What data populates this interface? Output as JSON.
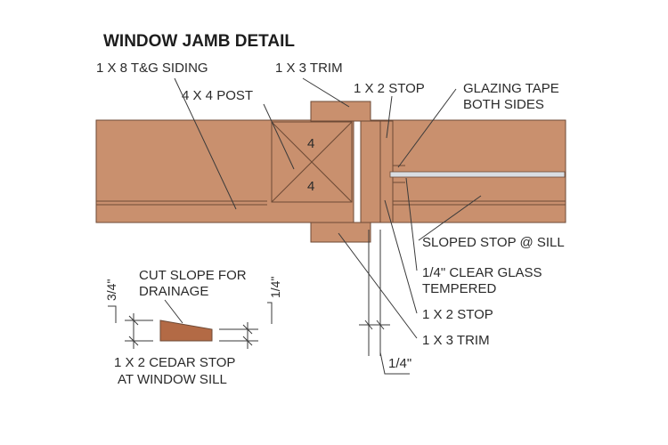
{
  "title": "WINDOW JAMB DETAIL",
  "labels": {
    "siding": "1 X 8 T&G SIDING",
    "trim_top": "1 X 3 TRIM",
    "post": "4 X 4 POST",
    "stop_top": "1 X 2 STOP",
    "glazing_tape_1": "GLAZING TAPE",
    "glazing_tape_2": "BOTH SIDES",
    "sloped_stop": "SLOPED STOP @ SILL",
    "glass_1": "1/4\" CLEAR GLASS",
    "glass_2": "TEMPERED",
    "stop_bottom": "1 X 2 STOP",
    "trim_bottom": "1 X 3 TRIM",
    "gap_dim": "1/4\"",
    "post_mark_top": "4",
    "post_mark_bottom": "4",
    "cut_slope_1": "CUT SLOPE FOR",
    "cut_slope_2": "DRAINAGE",
    "dim_left": "3/4\"",
    "dim_right": "1/4\"",
    "cedar_1": "1 X 2 CEDAR STOP",
    "cedar_2": "AT WINDOW SILL"
  },
  "colors": {
    "wood": "#c9906e",
    "wood_edge": "#6d4a36",
    "stop_section": "#b36a45",
    "glass": "#d9dde2"
  }
}
